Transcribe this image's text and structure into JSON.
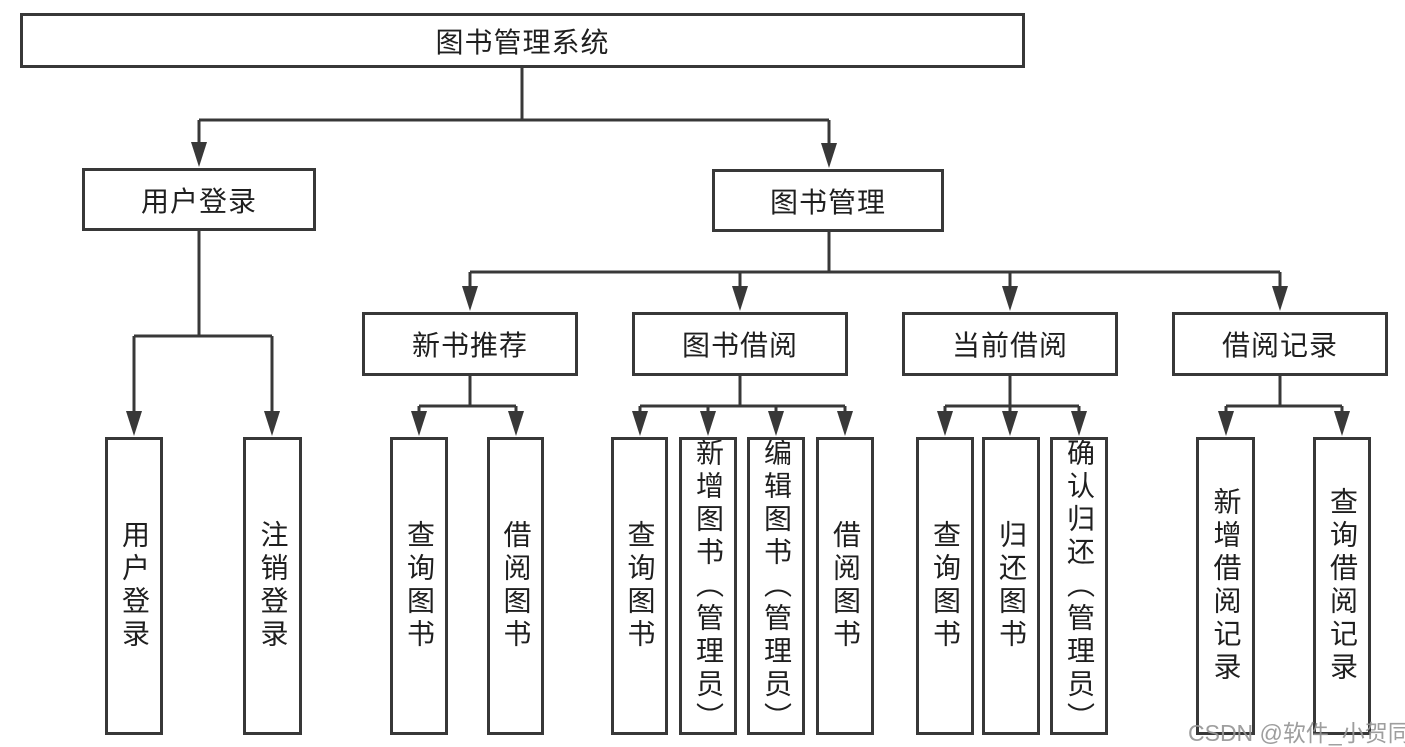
{
  "nodes": {
    "root": "图书管理系统",
    "login": {
      "label": "用户登录",
      "children": [
        "用户登录",
        "注销登录"
      ]
    },
    "mgmt": {
      "label": "图书管理",
      "groups": [
        {
          "label": "新书推荐",
          "children": [
            "查询图书",
            "借阅图书"
          ]
        },
        {
          "label": "图书借阅",
          "children": [
            "查询图书",
            "新增图书（管理员）",
            "编辑图书（管理员）",
            "借阅图书"
          ]
        },
        {
          "label": "当前借阅",
          "children": [
            "查询图书",
            "归还图书",
            "确认归还（管理员）"
          ]
        },
        {
          "label": "借阅记录",
          "children": [
            "新增借阅记录",
            "查询借阅记录"
          ]
        }
      ]
    }
  },
  "watermark": "CSDN @软件_小贺同学",
  "colors": {
    "line": "#383838",
    "box_border": "#383838",
    "box_fill": "#ffffff",
    "text": "#1f1f1f",
    "watermark": "#969696",
    "background": "#ffffff"
  }
}
